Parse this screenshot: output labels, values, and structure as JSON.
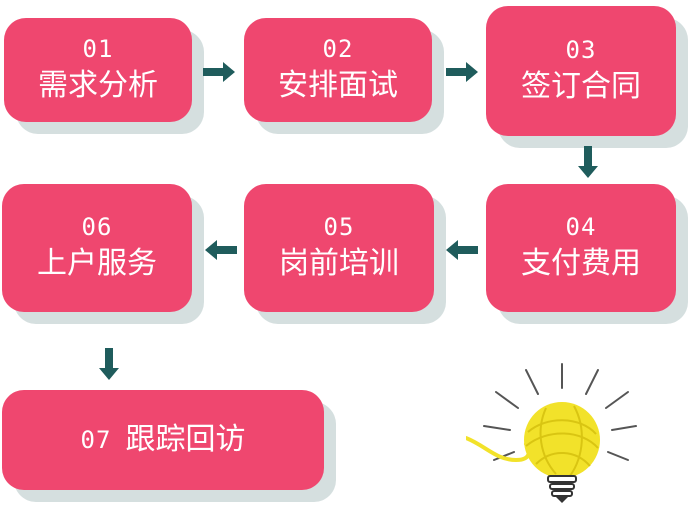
{
  "steps": [
    {
      "num": "01",
      "label": "需求分析"
    },
    {
      "num": "02",
      "label": "安排面试"
    },
    {
      "num": "03",
      "label": "签订合同"
    },
    {
      "num": "04",
      "label": "支付费用"
    },
    {
      "num": "05",
      "label": "岗前培训"
    },
    {
      "num": "06",
      "label": "上户服务"
    },
    {
      "num": "07",
      "label": "跟踪回访"
    }
  ],
  "colors": {
    "box": "#ef476f",
    "shadow": "#d5dfdf",
    "arrow": "#1f5c5c",
    "yarn": "#f2e22a"
  },
  "illustration": "lightbulb-yarn-icon"
}
